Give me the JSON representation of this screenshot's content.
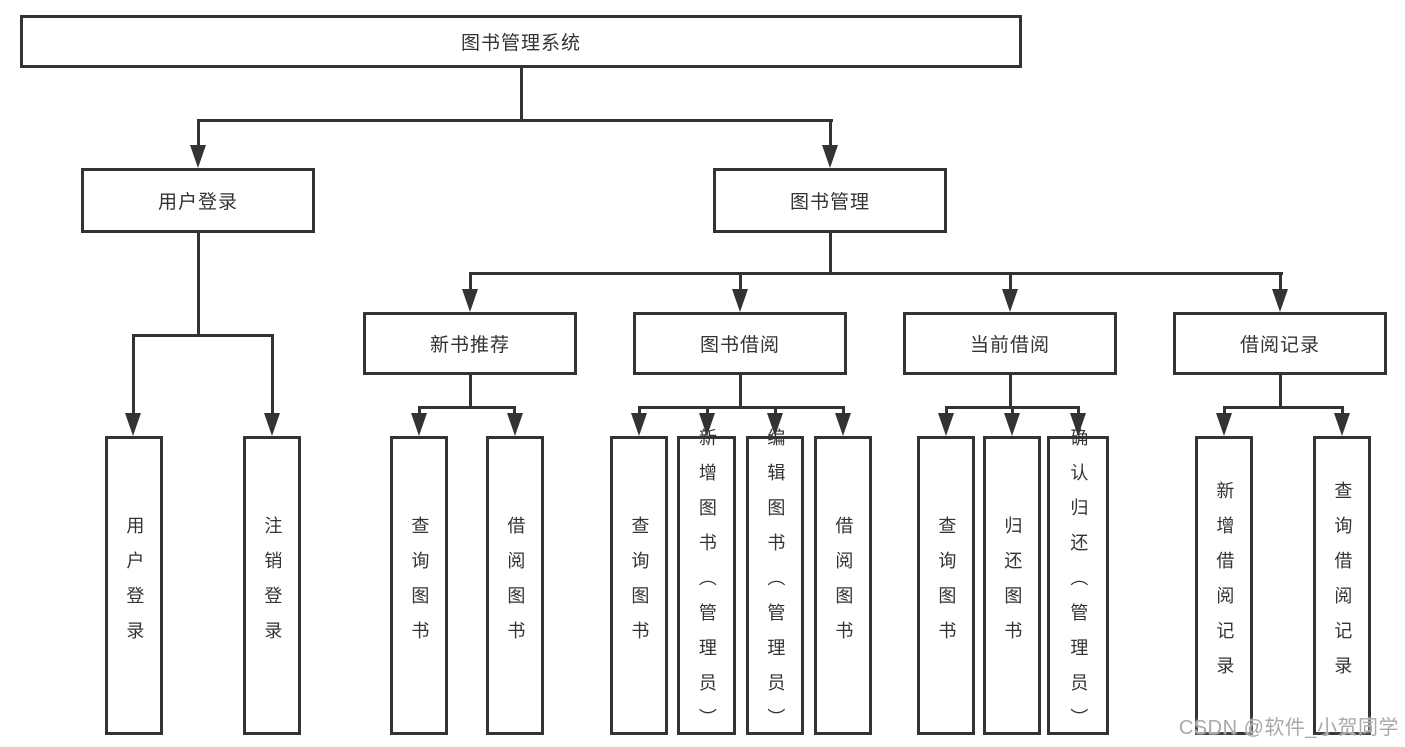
{
  "diagram": {
    "title": "图书管理系统",
    "watermark": "CSDN @软件_小贺同学",
    "colors": {
      "line": "#333333",
      "box_border": "#333333",
      "box_bg": "#ffffff",
      "text": "#333333",
      "watermark": "#a9a9a9",
      "page_bg": "#ffffff"
    },
    "tree": {
      "label": "图书管理系统",
      "children": [
        {
          "label": "用户登录",
          "children": [
            {
              "label": "用户登录"
            },
            {
              "label": "注销登录"
            }
          ]
        },
        {
          "label": "图书管理",
          "children": [
            {
              "label": "新书推荐",
              "children": [
                {
                  "label": "查询图书"
                },
                {
                  "label": "借阅图书"
                }
              ]
            },
            {
              "label": "图书借阅",
              "children": [
                {
                  "label": "查询图书"
                },
                {
                  "label": "新增图书（管理员）"
                },
                {
                  "label": "编辑图书（管理员）"
                },
                {
                  "label": "借阅图书"
                }
              ]
            },
            {
              "label": "当前借阅",
              "children": [
                {
                  "label": "查询图书"
                },
                {
                  "label": "归还图书"
                },
                {
                  "label": "确认归还（管理员）"
                }
              ]
            },
            {
              "label": "借阅记录",
              "children": [
                {
                  "label": "新增借阅记录"
                },
                {
                  "label": "查询借阅记录"
                }
              ]
            }
          ]
        }
      ]
    }
  }
}
